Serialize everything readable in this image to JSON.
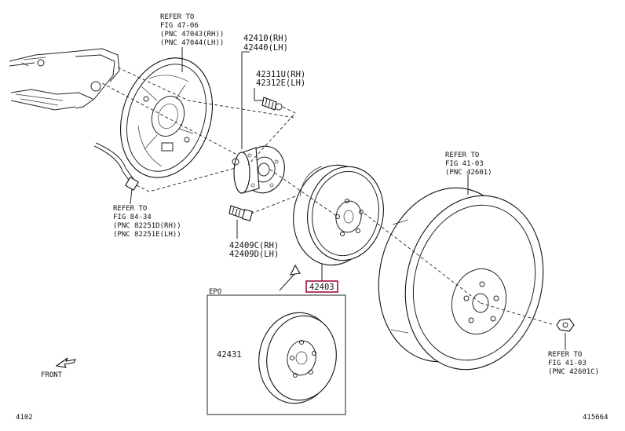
{
  "callouts": {
    "brake_backing": [
      "REFER TO",
      "FIG 47-06",
      "(PNC 47043(RH))",
      "(PNC 47044(LH))"
    ],
    "hub": [
      "42410(RH)",
      "42440(LH)"
    ],
    "hub_bolt": [
      "42311U(RH)",
      "42312E(LH)"
    ],
    "sensor": [
      "REFER TO",
      "FIG 84-34",
      "(PNC 82251D(RH))",
      "(PNC 82251E(LH))"
    ],
    "lower_bolt": [
      "42409C(RH)",
      "42409D(LH)"
    ],
    "wheel": [
      "REFER TO",
      "FIG 41-03",
      "(PNC 42601)"
    ],
    "wheel_nut": [
      "REFER TO",
      "FIG 41-03",
      "(PNC 42601C)"
    ]
  },
  "highlighted_part": {
    "number": "42403",
    "color": "#a0103a"
  },
  "inset": {
    "header": "EPO",
    "part": "42431"
  },
  "front_label": "FRONT",
  "footer": {
    "left": "4102",
    "right": "415664"
  }
}
